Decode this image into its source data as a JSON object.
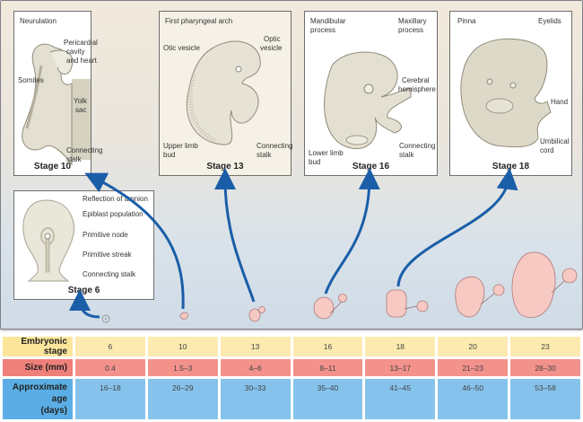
{
  "diagram": {
    "stages_panels": [
      {
        "stage": "Stage 10",
        "labels": [
          "Neurulation",
          "Pericardial cavity and heart",
          "Somites",
          "Yolk sac",
          "Connecting stalk"
        ]
      },
      {
        "stage": "Stage 13",
        "labels": [
          "First pharyngeal arch",
          "Otic vesicle",
          "Optic vesicle",
          "Upper limb bud",
          "Connecting stalk"
        ]
      },
      {
        "stage": "Stage 16",
        "labels": [
          "Mandibular process",
          "Maxillary process",
          "Cerebral hemisphere",
          "Lower limb bud",
          "Connecting stalk"
        ]
      },
      {
        "stage": "Stage 18",
        "labels": [
          "Pinna",
          "Eyelids",
          "Hand",
          "Umbilical cord"
        ]
      },
      {
        "stage": "Stage 6",
        "labels": [
          "Reflection of amnion",
          "Epiblast population",
          "Primitive node",
          "Primitive streak",
          "Connecting stalk"
        ]
      }
    ],
    "s10": {
      "title": "Stage 10",
      "neurulation": "Neurulation",
      "pericardial1": "Pericardial",
      "pericardial2": "cavity",
      "pericardial3": "and heart",
      "somites": "Somites",
      "yolk1": "Yolk",
      "yolk2": "sac",
      "stalk1": "Connecting",
      "stalk2": "stalk"
    },
    "s13": {
      "title": "Stage 13",
      "arch": "First pharyngeal arch",
      "otic": "Otic vesicle",
      "optic1": "Optic",
      "optic2": "vesicle",
      "limb1": "Upper limb",
      "limb2": "bud",
      "stalk1": "Connecting",
      "stalk2": "stalk"
    },
    "s16": {
      "title": "Stage 16",
      "mand1": "Mandibular",
      "mand2": "process",
      "max1": "Maxillary",
      "max2": "process",
      "cer1": "Cerebral",
      "cer2": "hemisphere",
      "limb1": "Lower limb",
      "limb2": "bud",
      "stalk1": "Connecting",
      "stalk2": "stalk"
    },
    "s18": {
      "title": "Stage 18",
      "pinna": "Pinna",
      "eyelids": "Eyelids",
      "hand": "Hand",
      "umb1": "Umbilical",
      "umb2": "cord"
    },
    "s6": {
      "title": "Stage 6",
      "amnion": "Reflection of amnion",
      "epiblast": "Epiblast population",
      "node": "Primitive node",
      "streak": "Primitive streak",
      "stalk": "Connecting stalk"
    },
    "colors": {
      "arrow": "#1a5ea8",
      "embryo_pink": "#f6c9c3",
      "embryo_outline": "#b07a78",
      "drawing": "#d8d4c4"
    }
  },
  "table": {
    "rows": [
      {
        "header": "Embryonic stage",
        "values": [
          "6",
          "10",
          "13",
          "16",
          "18",
          "20",
          "23"
        ]
      },
      {
        "header": "Size (mm)",
        "values": [
          "0.4",
          "1.5–3",
          "4–6",
          "8–11",
          "13–17",
          "21–23",
          "28–30"
        ]
      },
      {
        "header1": "Approximate age",
        "header2": "(days)",
        "values": [
          "16–18",
          "26–29",
          "30–33",
          "35–40",
          "41–45",
          "46–50",
          "53–58"
        ]
      }
    ]
  }
}
